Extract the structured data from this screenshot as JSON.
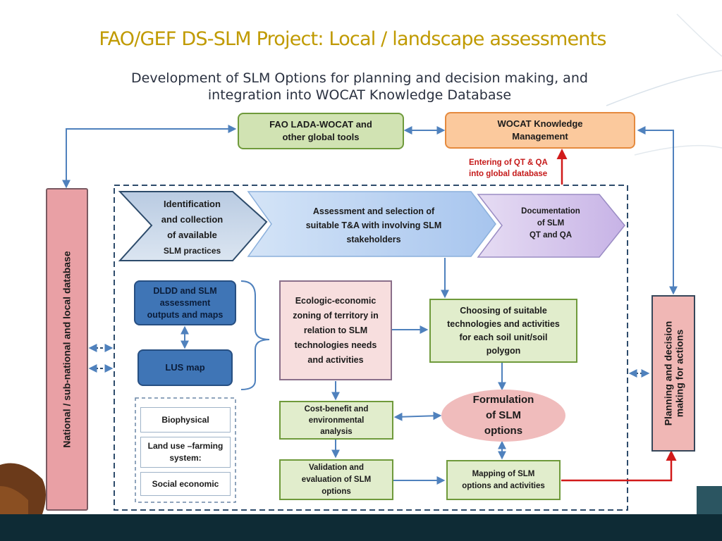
{
  "slide": {
    "title": "FAO/GEF DS-SLM Project: Local / landscape assessments",
    "subtitle_line1": "Development of SLM Options for planning and decision making, and",
    "subtitle_line2": "integration into WOCAT Knowledge Database"
  },
  "diagram": {
    "fao_tools": [
      "FAO LADA-WOCAT and",
      "other global tools"
    ],
    "wocat_km": [
      "WOCAT Knowledge",
      "Management"
    ],
    "entering": [
      "Entering of QT & QA",
      "into global database"
    ],
    "national_db": "National / sub-national and local database",
    "planning": [
      "Planning and decision",
      "making for actions"
    ],
    "chevron1": [
      "Identification",
      "and collection",
      "of available",
      "SLM   practices"
    ],
    "chevron2": [
      "Assessment  and selection of",
      "suitable  T&A with involving SLM",
      "stakeholders"
    ],
    "chevron3": [
      "Documentation",
      "of  SLM",
      "QT and QA"
    ],
    "dldd": [
      "DLDD and SLM",
      "assessment",
      "outputs and maps"
    ],
    "lus": "LUS map",
    "biophysical": "Biophysical",
    "land_use": [
      "Land use –farming",
      "system:"
    ],
    "social": "Social economic",
    "zoning": [
      "Ecologic-economic",
      "zoning of  territory in",
      "relation to  SLM",
      "technologies needs",
      "and  activities"
    ],
    "choosing": [
      "Choosing of suitable",
      "technologies and activities",
      "for each soil unit/soil",
      "polygon"
    ],
    "cost_benefit": [
      "Cost-benefit and",
      "environmental",
      "analysis"
    ],
    "formulation": [
      "Formulation",
      "of SLM",
      "options"
    ],
    "validation": [
      "Validation and",
      "evaluation of SLM",
      "options"
    ],
    "mapping": [
      "Mapping of SLM",
      "options and activities"
    ]
  },
  "colors": {
    "title": "#c09a00",
    "green_fill": "#d1e3b3",
    "orange_fill": "#fbc99d",
    "blue_dark": "#3f75b6",
    "arrow_blue": "#4f81bd",
    "arrow_red": "#d11a1a",
    "bottom_band": "#0e2b35"
  }
}
